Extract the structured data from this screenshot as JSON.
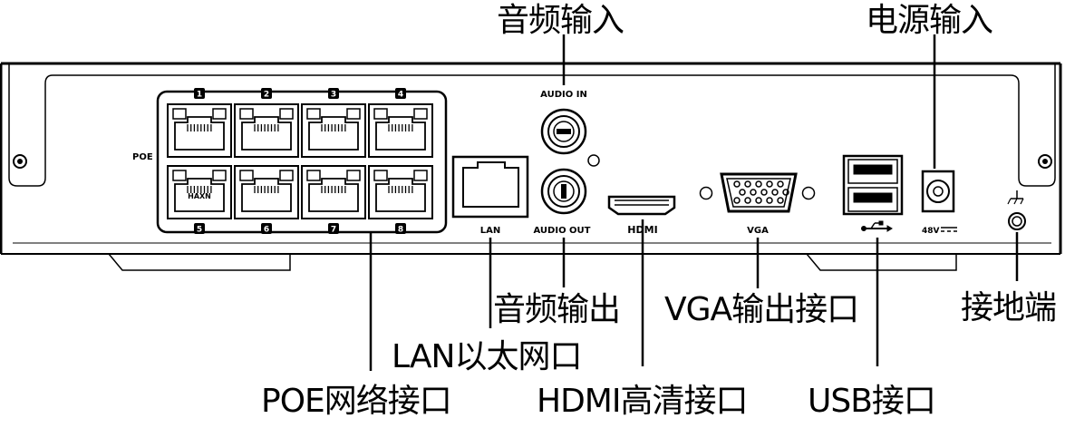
{
  "panel_labels": {
    "poe": "POE",
    "port_numbers_top": [
      "1",
      "2",
      "3",
      "4"
    ],
    "port_numbers_bottom": [
      "5",
      "6",
      "7",
      "8"
    ],
    "port_mark": "HAXN",
    "lan": "LAN",
    "audio_in": "AUDIO IN",
    "audio_out": "AUDIO OUT",
    "hdmi": "HDMI",
    "vga": "VGA",
    "power_rating": "48V",
    "usb_symbol": "usb-symbol-icon",
    "ground_symbol": "ground-symbol-icon"
  },
  "callouts": {
    "audio_in": "音频输入",
    "power_in": "电源输入",
    "audio_out": "音频输出",
    "vga_out": "VGA输出接口",
    "ground": "接地端",
    "lan": "LAN以太网口",
    "poe": "POE网络接口",
    "hdmi": "HDMI高清接口",
    "usb": "USB接口"
  }
}
